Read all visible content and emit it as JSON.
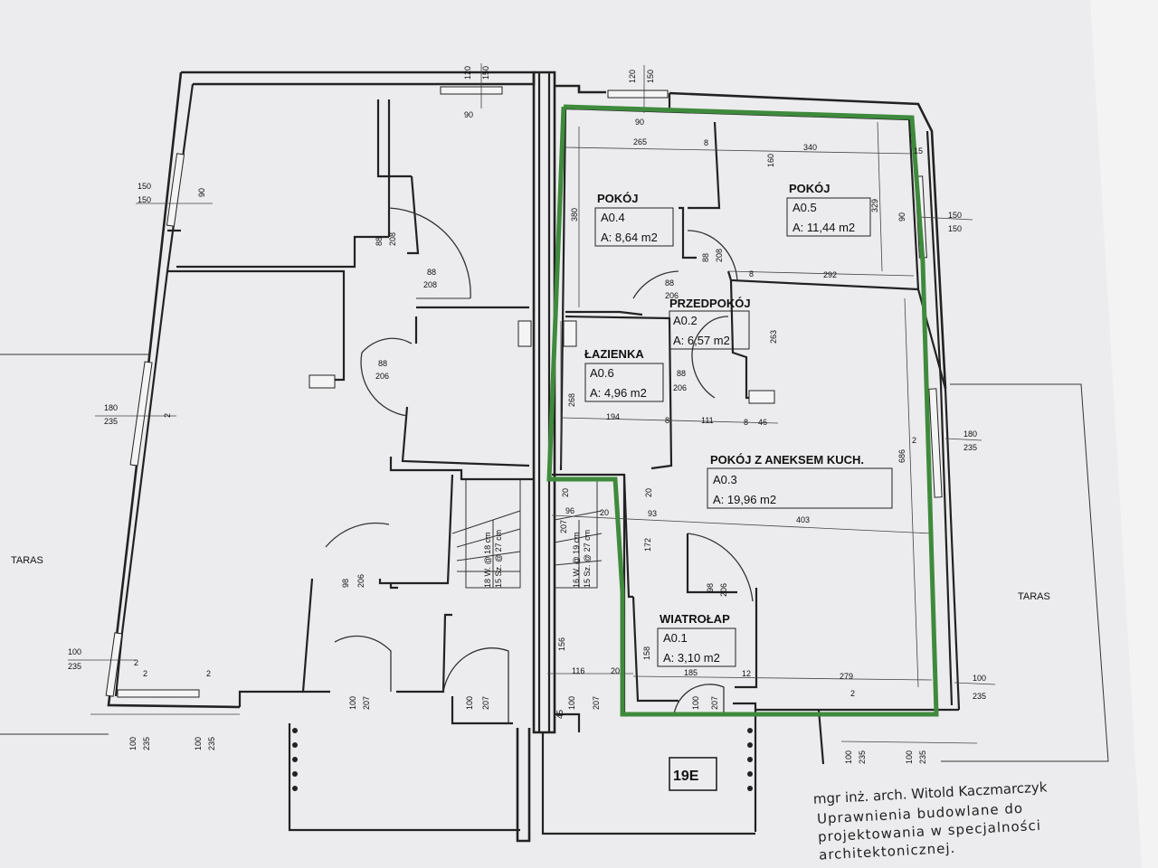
{
  "rooms": {
    "a04": {
      "name": "POKÓJ",
      "code": "A0.4",
      "area": "A: 8,64 m2"
    },
    "a05": {
      "name": "POKÓJ",
      "code": "A0.5",
      "area": "A: 11,44 m2"
    },
    "a02": {
      "name": "PRZEDPOKÓJ",
      "code": "A0.2",
      "area": "A: 6,57 m2"
    },
    "a06": {
      "name": "ŁAZIENKA",
      "code": "A0.6",
      "area": "A: 4,96 m2"
    },
    "a03": {
      "name": "POKÓJ Z ANEKSEM KUCH.",
      "code": "A0.3",
      "area": "A: 19,96 m2"
    },
    "a01": {
      "name": "WIATROŁAP",
      "code": "A0.1",
      "area": "A: 3,10 m2"
    }
  },
  "taras_left": "TARAS",
  "taras_right": "TARAS",
  "unit_label": "19E",
  "stairs": {
    "left": [
      "18 W. @ 18 cm",
      "15 Sz. @ 27 cm"
    ],
    "right": [
      "16 W. @ 19 cm",
      "15 Sz. @ 27 cm"
    ]
  },
  "dims": {
    "d120": "120",
    "d150": "150",
    "d90": "90",
    "d265": "265",
    "d8": "8",
    "d340": "340",
    "d15": "15",
    "d380": "380",
    "d3295": "329",
    "d160": "160",
    "d88": "88",
    "d208": "208",
    "d206": "206",
    "d292": "292",
    "d263": "263",
    "d268": "268",
    "d194": "194",
    "d111": "111",
    "d46": "46",
    "d686": "686",
    "d20": "20",
    "d965": "96",
    "d935": "93",
    "d403": "403",
    "d207": "207",
    "d172": "172",
    "d98": "98",
    "d156": "156",
    "d1585": "158",
    "d1165": "116",
    "d185": "185",
    "d12": "12",
    "d279": "279",
    "d2": "2",
    "d100": "100",
    "d235": "235",
    "d180": "180",
    "d45": "45"
  },
  "signature": {
    "line1": "mgr inż. arch. Witold Kaczmarczyk",
    "line2": "Uprawnienia budowlane do",
    "line3": "projektowania w specjalności",
    "line4": "architektonicznej."
  }
}
